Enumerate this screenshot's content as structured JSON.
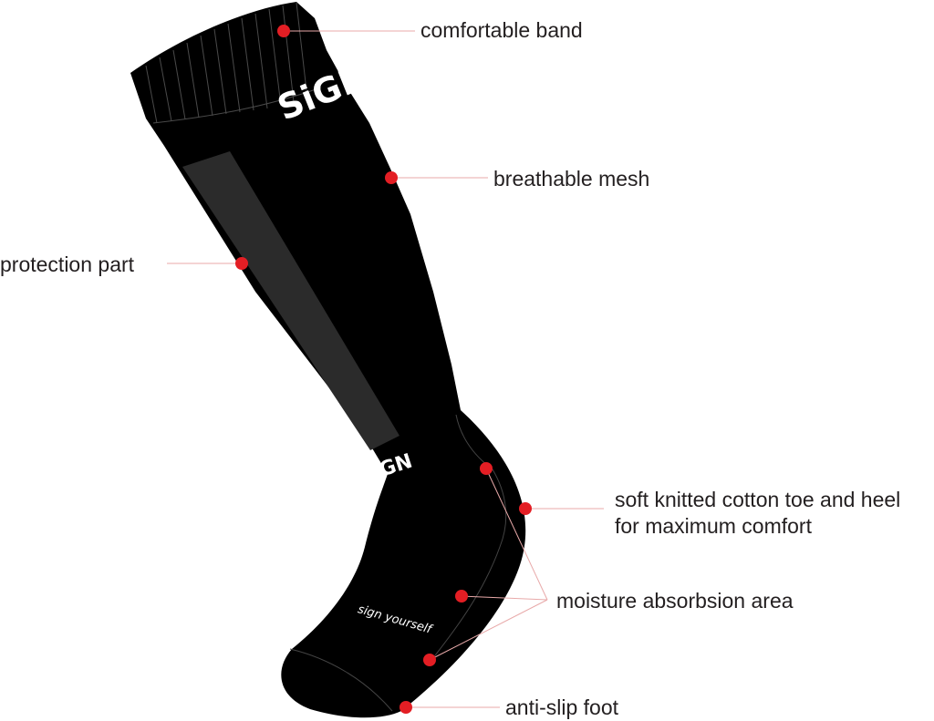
{
  "colors": {
    "sock_body": "#000000",
    "protection_panel": "#2b2b2b",
    "leader_line": "#e8a9a9",
    "marker_dot": "#e31e24",
    "label_text": "#231f20",
    "logo": "#ffffff"
  },
  "product": {
    "logo_text": "SiGN",
    "tagline": "sign yourself"
  },
  "callouts": {
    "comfortable_band": "comfortable band",
    "breathable_mesh": "breathable mesh",
    "protection_part": "protection part",
    "toe_heel_line1": "soft knitted cotton toe and heel",
    "toe_heel_line2": "for maximum comfort",
    "moisture_area": "moisture absorbsion area",
    "anti_slip_foot": "anti-slip foot"
  }
}
